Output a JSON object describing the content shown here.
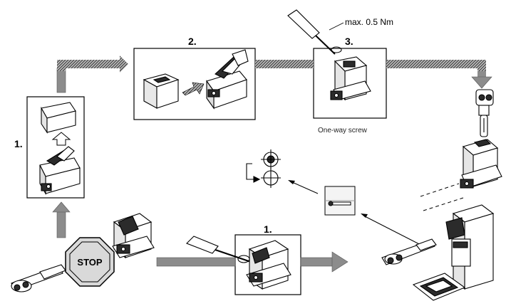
{
  "steps": {
    "left": "1.",
    "top_middle": "2.",
    "top_right": "3.",
    "bottom": "1."
  },
  "torque_label": "max. 0.5 Nm",
  "screw_caption": "One-way screw",
  "stop_sign": "STOP",
  "colors": {
    "line": "#000000",
    "arrow_gray": "#8c8c8c",
    "hatch": "#444444",
    "light_fill": "#f4f4f4",
    "dark_part": "#2b2b2b"
  }
}
